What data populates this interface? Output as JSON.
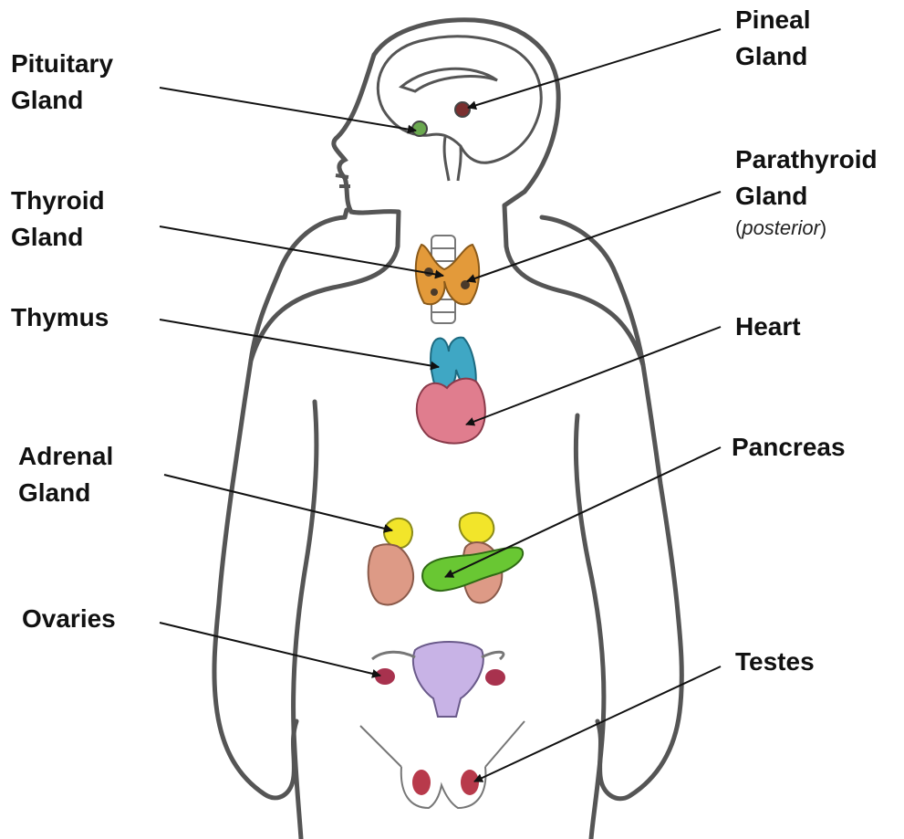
{
  "labels": {
    "pituitary": {
      "line1": "Pituitary",
      "line2": "Gland"
    },
    "pineal": {
      "line1": "Pineal",
      "line2": "Gland"
    },
    "thyroid": {
      "line1": "Thyroid",
      "line2": "Gland"
    },
    "parathyroid": {
      "line1": "Parathyroid",
      "line2": "Gland",
      "note_open": "(",
      "note_word": "posterior",
      "note_close": ")"
    },
    "thymus": "Thymus",
    "heart": "Heart",
    "adrenal": {
      "line1": "Adrenal",
      "line2": "Gland"
    },
    "pancreas": "Pancreas",
    "ovaries": "Ovaries",
    "testes": "Testes"
  },
  "colors": {
    "outline": "#555555",
    "pituitary": "#6aa84f",
    "pineal": "#7a2f2f",
    "thyroid": "#e39a3a",
    "thymus": "#3fa7c4",
    "heart": "#e07d8e",
    "adrenal": "#f2e52a",
    "kidney": "#dd9a86",
    "pancreas": "#69c733",
    "uterus": "#c8b3e6",
    "ovary": "#a8324e",
    "testis": "#b83a4b"
  }
}
